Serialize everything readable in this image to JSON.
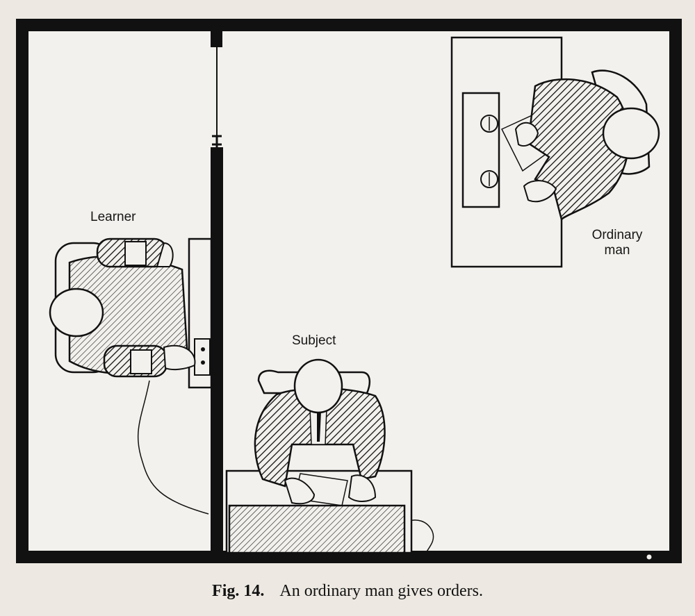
{
  "figure": {
    "labels": {
      "learner": "Learner",
      "subject": "Subject",
      "ordinary_man_line1": "Ordinary",
      "ordinary_man_line2": "man"
    },
    "caption": {
      "figure_number": "Fig. 14.",
      "text": "An ordinary man gives orders."
    }
  },
  "colors": {
    "ink": "#111111",
    "paper": "#ede9e2",
    "room_fill": "#f3f1ed"
  }
}
